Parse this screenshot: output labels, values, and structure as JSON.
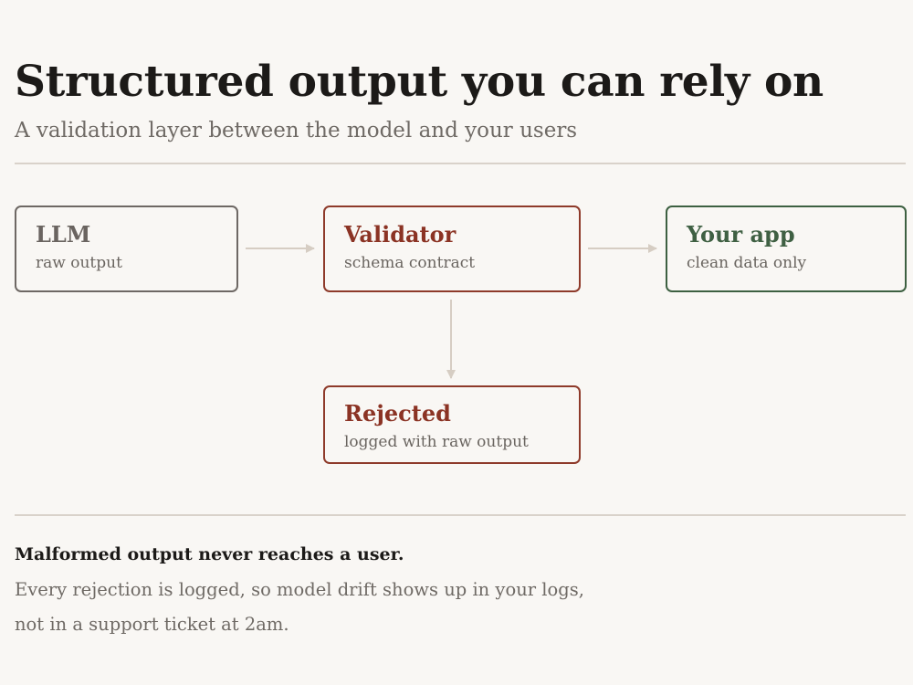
{
  "header": {
    "title": "Structured output you can rely on",
    "subtitle": "A validation layer between the model and your users"
  },
  "diagram": {
    "nodes": {
      "llm": {
        "title": "LLM",
        "subtitle": "raw output"
      },
      "validator": {
        "title": "Validator",
        "subtitle": "schema contract"
      },
      "app": {
        "title": "Your app",
        "subtitle": "clean data only"
      },
      "rejected": {
        "title": "Rejected",
        "subtitle": "logged with raw output"
      }
    },
    "colors": {
      "neutral": "#6e6864",
      "validator": "#8b3324",
      "app": "#3f6043",
      "arrow": "#d6cdc3"
    }
  },
  "footer": {
    "heading": "Malformed output never reaches a user.",
    "line1": "Every rejection is logged, so model drift shows up in your logs,",
    "line2": "not in a support ticket at 2am."
  }
}
